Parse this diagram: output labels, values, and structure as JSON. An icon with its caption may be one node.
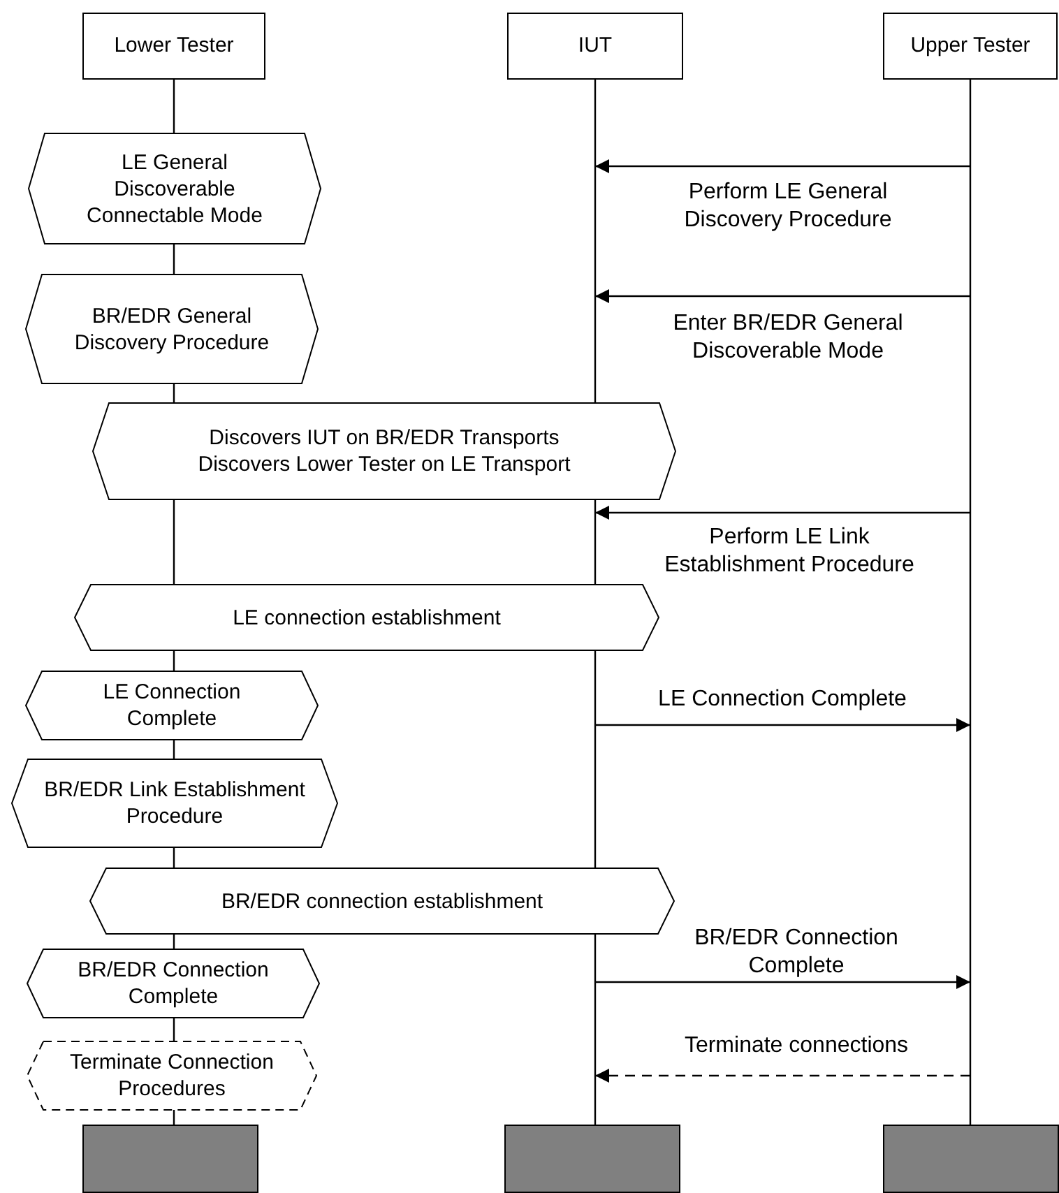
{
  "diagram": {
    "nodes": [
      {
        "text": [
          "Lower Tester"
        ]
      },
      {
        "text": [
          "IUT"
        ]
      },
      {
        "text": [
          "Upper Tester"
        ]
      },
      {
        "text": [
          "LE General Discoverable Connectable Mode"
        ]
      },
      {
        "text": [
          "BR/EDR General Discovery Procedure"
        ]
      },
      {
        "text": [
          "Discovers IUT on BR/EDR Transports",
          "Discovers Lower Tester on LE Transport"
        ]
      },
      {
        "text": [
          "LE connection establishment"
        ]
      },
      {
        "text": [
          "LE Connection Complete"
        ]
      },
      {
        "text": [
          "BR/EDR Link Establishment Procedure"
        ]
      },
      {
        "text": [
          "BR/EDR connection establishment"
        ]
      },
      {
        "text": [
          "BR/EDR Connection Complete"
        ]
      },
      {
        "text": [
          "Terminate Connection Procedures"
        ]
      },
      {
        "text": [],
        "shape": "bar"
      },
      {
        "text": [],
        "shape": "bar"
      },
      {
        "text": [],
        "shape": "bar"
      }
    ],
    "edges": [
      {
        "from": 2,
        "to": 1,
        "arrow": "to",
        "label": "Perform LE General Discovery Procedure"
      },
      {
        "from": 2,
        "to": 1,
        "arrow": "to",
        "label": "Enter BR/EDR General Discoverable Mode"
      },
      {
        "from": 2,
        "to": 1,
        "arrow": "to",
        "label": "Perform LE Link Establishment Procedure"
      },
      {
        "from": 1,
        "to": 2,
        "arrow": "to",
        "label": "LE Connection Complete"
      },
      {
        "from": 1,
        "to": 2,
        "arrow": "to",
        "label": "BR/EDR Connection Complete"
      },
      {
        "from": 2,
        "to": 1,
        "arrow": "to",
        "label": "Terminate connections",
        "style": "dashed"
      }
    ]
  }
}
